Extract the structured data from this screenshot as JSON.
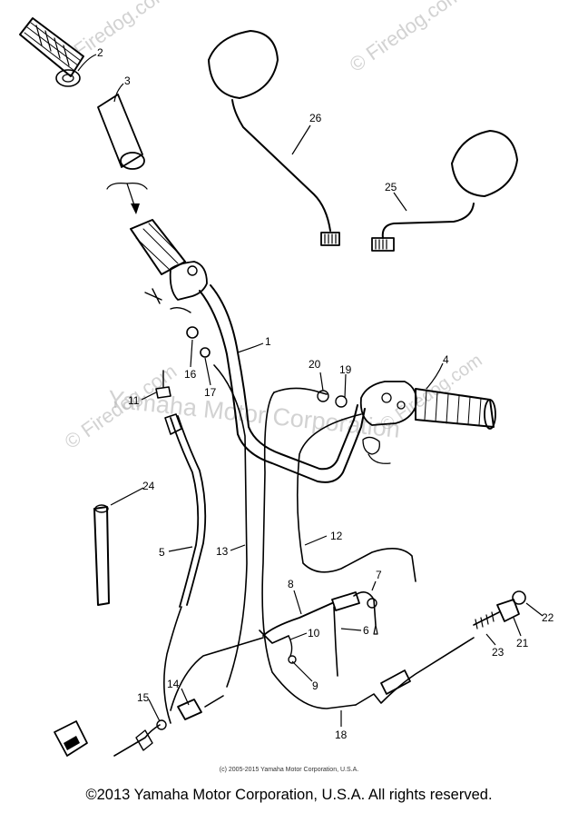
{
  "diagram": {
    "parts": {
      "p1": "1",
      "p2": "2",
      "p3": "3",
      "p4": "4",
      "p5": "5",
      "p6": "6",
      "p7": "7",
      "p8": "8",
      "p9": "9",
      "p10": "10",
      "p11": "11",
      "p12": "12",
      "p13": "13",
      "p14": "14",
      "p15": "15",
      "p16": "16",
      "p17": "17",
      "p18": "18",
      "p19": "19",
      "p20": "20",
      "p21": "21",
      "p22": "22",
      "p23": "23",
      "p24": "24",
      "p25": "25",
      "p26": "26"
    },
    "watermarks": {
      "site": "© Firedog.com",
      "site_short": "Firedog.com",
      "maker": "Yamaha Motor Corporation"
    }
  },
  "copyright_small": "(c) 2005-2015 Yamaha Motor Corporation, U.S.A.",
  "copyright_footer": "©2013 Yamaha Motor Corporation, U.S.A. All rights reserved."
}
